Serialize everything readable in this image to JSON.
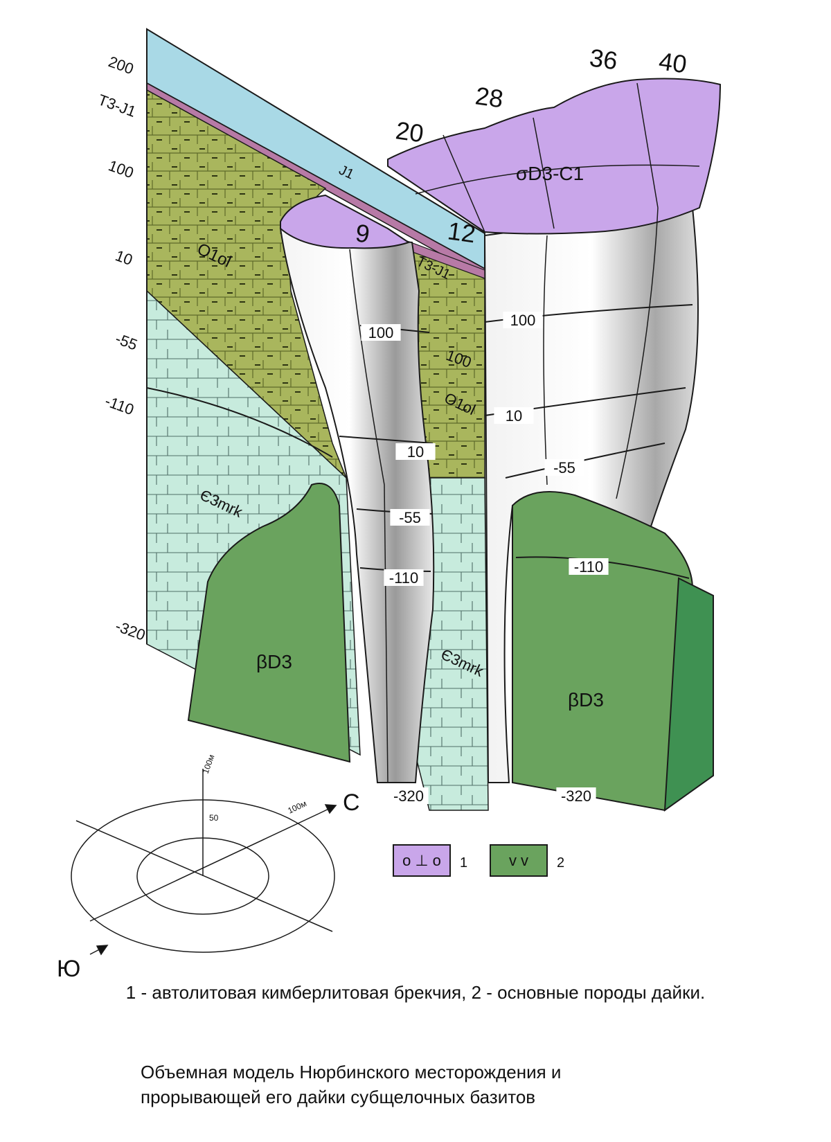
{
  "diagram": {
    "depth_scale": [
      "200",
      "100",
      "10",
      "-55",
      "-110",
      "-320"
    ],
    "top_units": [
      "T3-J1",
      "J1"
    ],
    "units": {
      "j1": "J1",
      "t3j1": "T3-J1",
      "o1ol": "O1ol",
      "e3mrk": "Є3mrk",
      "bd3": "βD3",
      "sd3c1": "σD3-C1"
    },
    "profile_numbers": [
      "9",
      "12",
      "20",
      "28",
      "36",
      "40"
    ],
    "pipe_contours": {
      "left": [
        "100",
        "10",
        "-55",
        "-110",
        "-320"
      ],
      "right": [
        "100",
        "10",
        "-55",
        "-110",
        "-320"
      ],
      "middle": [
        "100"
      ]
    },
    "compass": {
      "north": "С",
      "south": "Ю",
      "scale_100": "100м",
      "scale_50": "50",
      "scale_100_vertical": "100м"
    },
    "legend": [
      {
        "number": "1",
        "symbol": "o ⊥ o",
        "color": "#c9a6ea"
      },
      {
        "number": "2",
        "symbol": "v v",
        "color": "#6aa35e"
      }
    ],
    "colors": {
      "kimberlite": "#c9a6ea",
      "dyke": "#6aa35e",
      "jurassic": "#a9d9e6",
      "ordovician": "#a9b65d",
      "cambrian": "#c7ebdd",
      "triassic": "#b77aa6"
    }
  },
  "captions": {
    "legend_text": "1 - автолитовая кимберлитовая брекчия, 2 - основные породы дайки.",
    "title_line1": "Объемная модель Нюрбинского месторождения и",
    "title_line2": "прорывающей его дайки субщелочных базитов"
  }
}
